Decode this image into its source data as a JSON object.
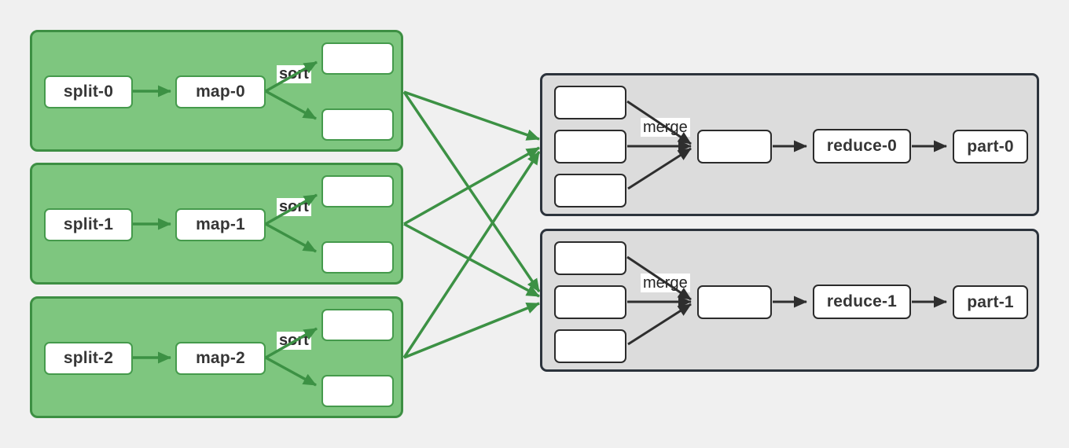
{
  "colors": {
    "background": "#f0f0f0",
    "map_group_fill": "#7ec67f",
    "map_group_border": "#3d8f43",
    "green_arrow": "#3c9144",
    "reduce_group_fill": "#dcdcdc",
    "reduce_group_border": "#2c333c",
    "dark_arrow": "#2e2e2e",
    "node_fill": "#ffffff",
    "node_border_green": "#459a4c",
    "node_border_dark": "#2b2b2b",
    "text": "#363636"
  },
  "diagram": {
    "map_groups": [
      {
        "split": "split-0",
        "map": "map-0",
        "sort_label": "sort"
      },
      {
        "split": "split-1",
        "map": "map-1",
        "sort_label": "sort"
      },
      {
        "split": "split-2",
        "map": "map-2",
        "sort_label": "sort"
      }
    ],
    "reduce_groups": [
      {
        "merge_label": "merge",
        "reduce": "reduce-0",
        "part": "part-0"
      },
      {
        "merge_label": "merge",
        "reduce": "reduce-1",
        "part": "part-1"
      }
    ]
  }
}
